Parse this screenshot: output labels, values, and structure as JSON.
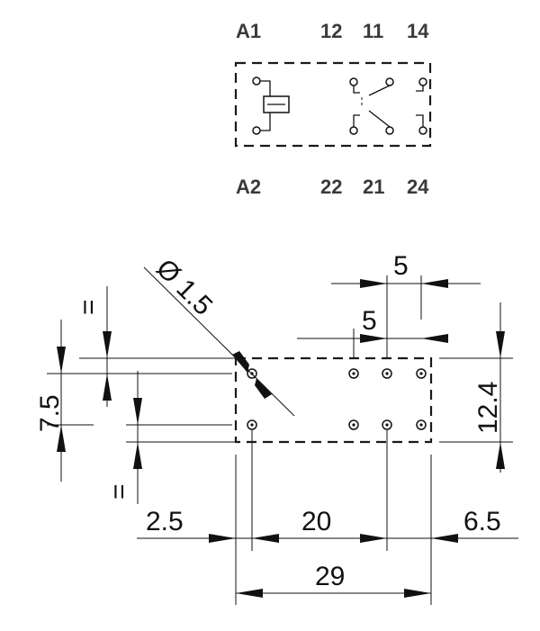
{
  "schematic": {
    "top_labels": [
      "A1",
      "12",
      "11",
      "14"
    ],
    "bottom_labels": [
      "A2",
      "22",
      "21",
      "24"
    ]
  },
  "footprint": {
    "hole_diameter_label": "Ø 1.5",
    "equal_mark_top": "=",
    "equal_mark_bottom": "=",
    "dim_pitch_top": "5",
    "dim_pitch_inner": "5",
    "dim_left_offset": "2.5",
    "dim_pin_span": "20",
    "dim_right_offset": "6.5",
    "dim_total_width": "29",
    "dim_row_spacing": "7.5",
    "dim_total_height": "12.4"
  },
  "colors": {
    "ink": "#111111",
    "label": "#3a3a3a",
    "background": "#ffffff"
  }
}
